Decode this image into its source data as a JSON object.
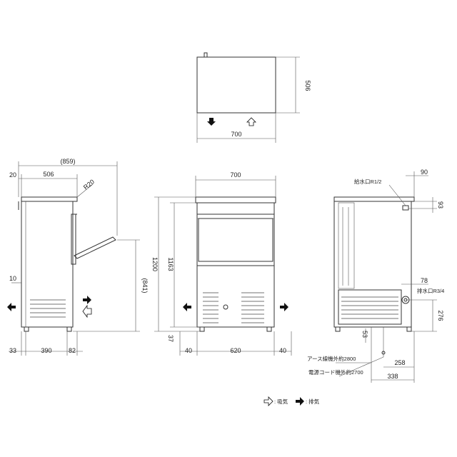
{
  "top_view": {
    "depth": "506",
    "width": "700"
  },
  "side_view": {
    "overall_depth": "(859)",
    "rear_offset": "20",
    "body_depth": "506",
    "radius": "R20",
    "door_open_height": "(841)",
    "left_gap": "10",
    "bottom_left": "33",
    "bottom_mid": "390",
    "bottom_right": "82"
  },
  "front_view": {
    "width": "700",
    "height": "1200",
    "body_height": "1163",
    "foot_height": "37",
    "left_clearance": "40",
    "base_width": "620",
    "right_clearance": "40"
  },
  "right_view": {
    "water_supply_label": "給水口R1/2",
    "water_supply_offset": "90",
    "water_supply_height": "93",
    "drain_offset": "78",
    "drain_label": "排水口R3/4",
    "drain_height": "276",
    "ground_offset": "53",
    "earth_wire_label": "アース線機外約2800",
    "power_cord_label": "電源コード機外約2700",
    "cord_offset_1": "258",
    "cord_offset_2": "338"
  },
  "legend": {
    "intake_label": ": 吸気",
    "exhaust_label": ": 排気"
  },
  "colors": {
    "line": "#333333",
    "arrow": "#111111"
  }
}
